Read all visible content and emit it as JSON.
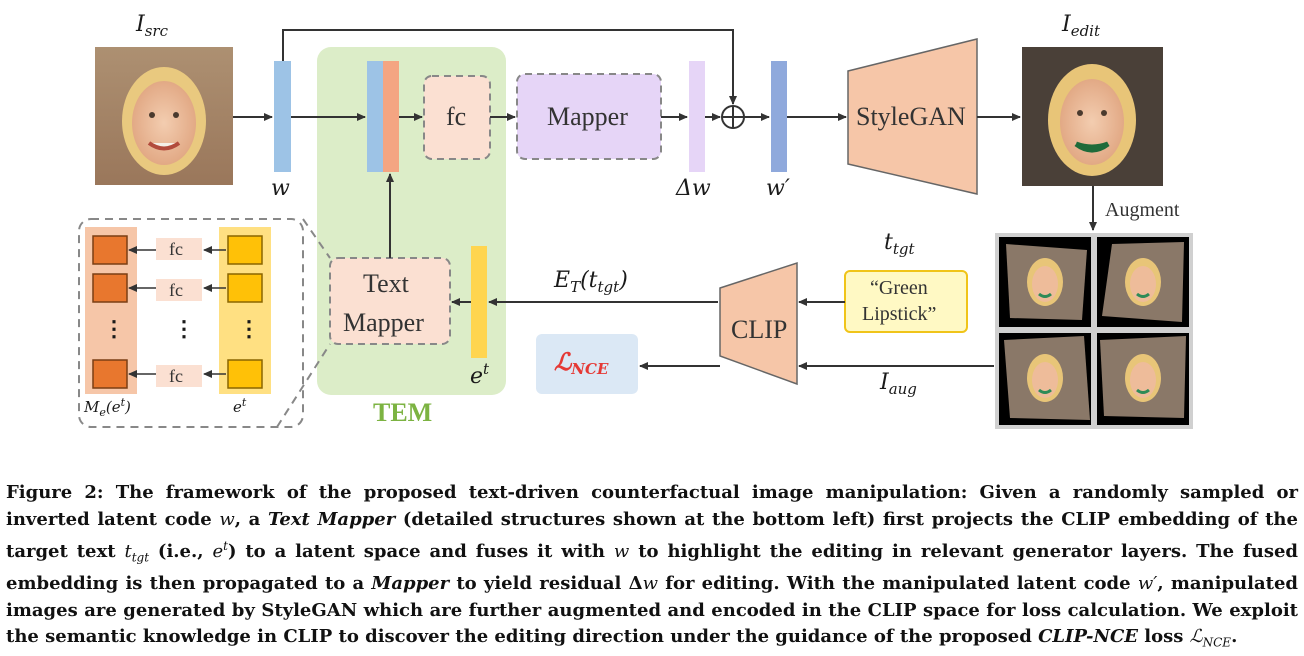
{
  "labels": {
    "i_src": "I",
    "i_src_sub": "src",
    "i_edit": "I",
    "i_edit_sub": "edit",
    "w": "w",
    "delta_w": "Δw",
    "w_prime": "w′",
    "fc": "fc",
    "mapper": "Mapper",
    "stylegan": "StyleGAN",
    "augment": "Augment",
    "t_tgt": "t",
    "t_tgt_sub": "tgt",
    "green_lipstick_line1": "“Green",
    "green_lipstick_line2": "Lipstick”",
    "et_expr": "E",
    "et_expr_sub": "T",
    "et_expr_arg": "(t",
    "et_expr_arg_sub": "tgt",
    "et_expr_close": ")",
    "text_mapper_line1": "Text",
    "text_mapper_line2": "Mapper",
    "e_t": "e",
    "e_t_sup": "t",
    "tem": "TEM",
    "clip": "CLIP",
    "loss": "ℒ",
    "loss_sub": "NCE",
    "i_aug": "I",
    "i_aug_sub": "aug",
    "detail_fc": "fc",
    "detail_dots": "⋮",
    "detail_dots_mid": "⋮",
    "detail_me": "M",
    "detail_me_sub": "e",
    "detail_me_arg": "(e",
    "detail_me_sup": "t",
    "detail_me_close": ")",
    "detail_et": "e",
    "detail_et_sup": "t"
  },
  "caption": {
    "p1": "Figure 2: The framework of the proposed text-driven counterfactual image manipulation: Given a randomly sampled or inverted latent code ",
    "w1": "w",
    "p2": ", a ",
    "text_mapper": "Text Mapper",
    "p3": " (detailed structures shown at the bottom left) first projects the CLIP embedding of the target text ",
    "ttgt": "t",
    "ttgt_sub": "tgt",
    "p4": " (i.e., ",
    "et": "e",
    "et_sup": "t",
    "p5": ") to a latent space and fuses it with ",
    "w2": "w",
    "p6": " to highlight the editing in relevant generator layers. The fused embedding is then propagated to a ",
    "mapper": "Mapper",
    "p7": " to yield residual Δ",
    "w3": "w",
    "p8": " for editing. With the manipulated latent code ",
    "wprime": "w′",
    "p9": ", manipulated images are generated by StyleGAN which are further augmented and encoded in the CLIP space for loss calculation. We exploit the semantic knowledge in CLIP to discover the editing direction under the guidance of the proposed ",
    "clipnce": "CLIP-NCE",
    "p10": " loss ",
    "lnce": "ℒ",
    "lnce_sub": "NCE",
    "p11": "."
  },
  "colors": {
    "tem_bg": "#dcedc8",
    "tem_text": "#7cb342",
    "w_bar": "#9dc3e6",
    "orange_bar": "#f4a582",
    "fc_fill": "#fbe0d2",
    "mapper_fill": "#e6d5f7",
    "delta_bar": "#e6d5f7",
    "w_prime_bar": "#8fa9dc",
    "stylegan_fill": "#f6c6a8",
    "clip_fill": "#f6c6a8",
    "yellow_bar": "#ffd54f",
    "lipstick_fill": "#fff9c4",
    "loss_bg": "#dbe8f5",
    "loss_text": "#e53935",
    "dark_orange": "#e8772e",
    "gold": "#ffc107"
  }
}
